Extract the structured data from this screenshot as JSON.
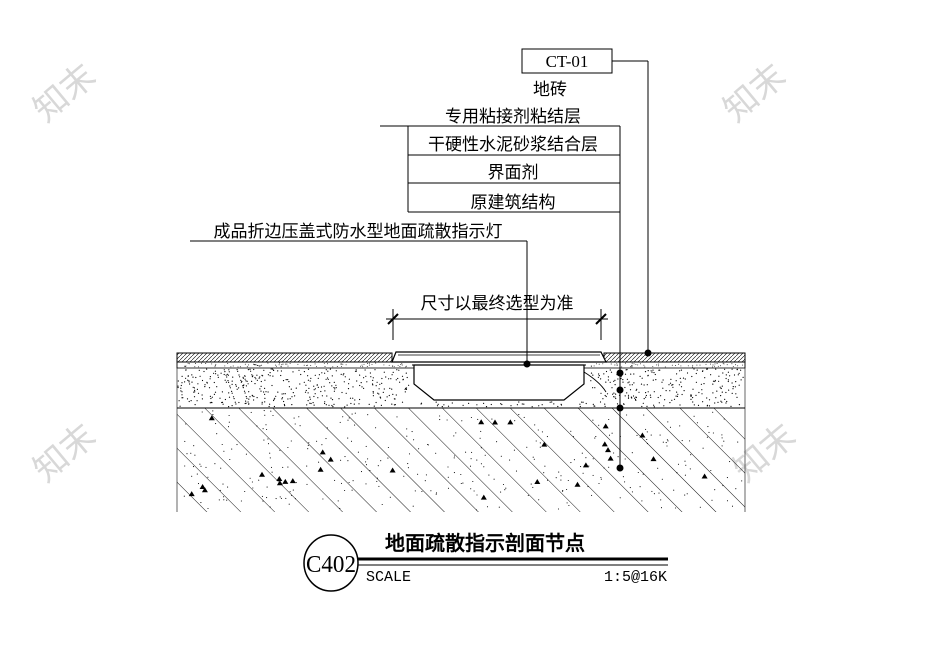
{
  "material_code": "CT-01",
  "layers": {
    "tile": "地砖",
    "adhesive": "专用粘接剂粘结层",
    "mortar": "干硬性水泥砂浆结合层",
    "interface": "界面剂",
    "structure": "原建筑结构"
  },
  "light_label": "成品折边压盖式防水型地面疏散指示灯",
  "dimension_note": "尺寸以最终选型为准",
  "title_block": {
    "code": "C402",
    "title": "地面疏散指示剖面节点",
    "scale_label": "SCALE",
    "scale_value": "1:5@16K"
  },
  "watermark": "知末"
}
